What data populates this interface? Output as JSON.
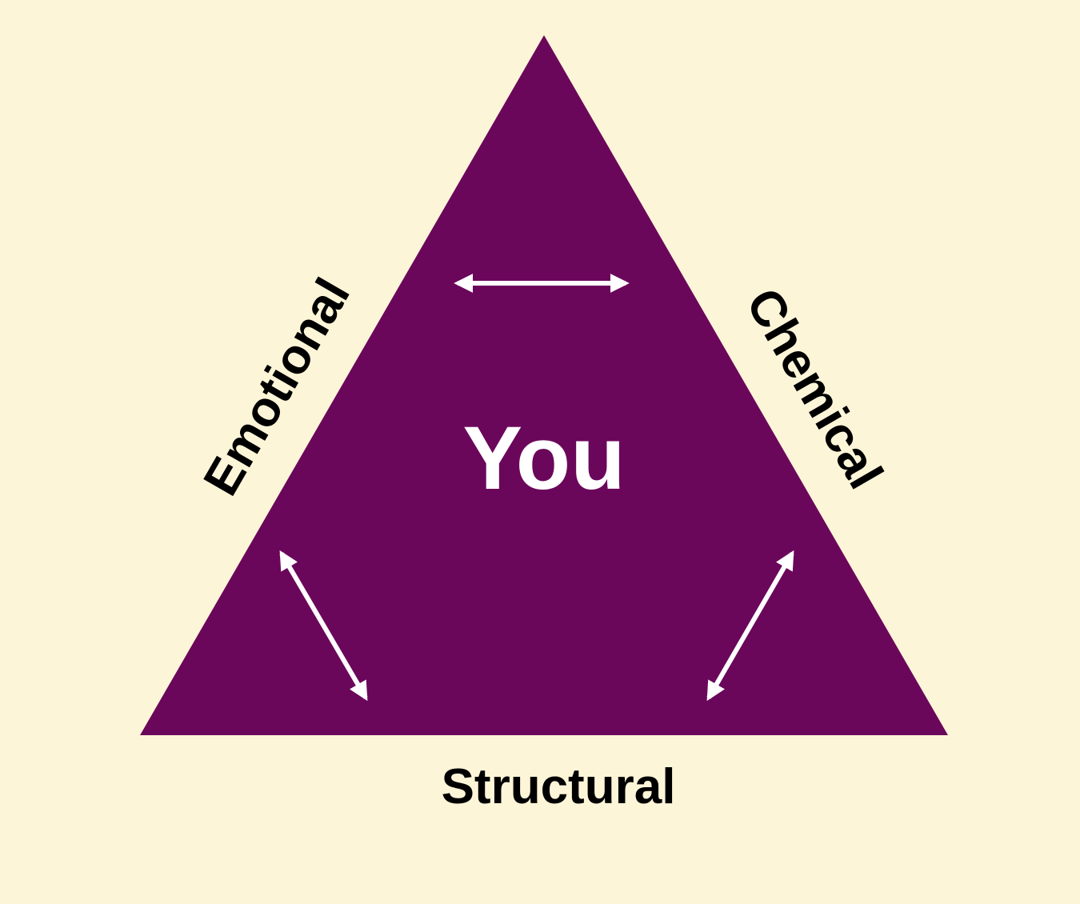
{
  "center_label": "You",
  "sides": {
    "left": "Emotional",
    "right": "Chemical",
    "bottom": "Structural"
  },
  "colors": {
    "background": "#FDF5D8",
    "triangle": "#6B075B",
    "arrow": "#FFFFFF",
    "text_outside": "#000000",
    "text_inside": "#FFFFFF"
  }
}
